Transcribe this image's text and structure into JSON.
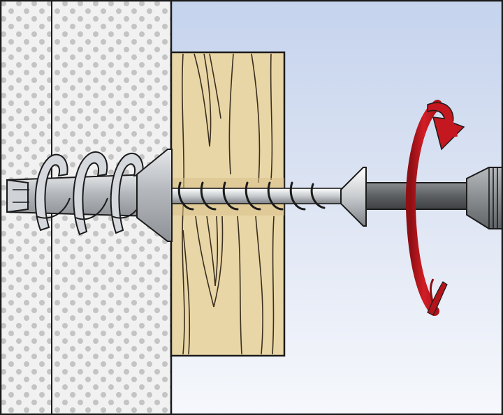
{
  "figure": {
    "kind": "technical-illustration",
    "background_colors": {
      "sky_top": "#c9d6ee",
      "sky_bottom": "#f4f6fb",
      "plaster": "#f1f1f1",
      "plaster_dots": "#c4c4c4",
      "wood": "#e9d6a7",
      "wood_grain": "#3a2f1e",
      "anchor_gray": "#b9bdc2",
      "screw_steel": "#d7d9dc",
      "driver_bit": "#5c5f62",
      "rotation_arrow": "#c5171f",
      "outline": "#1b1b1b"
    },
    "elements": [
      {
        "name": "drywall-board",
        "label": ""
      },
      {
        "name": "wood-batten",
        "label": ""
      },
      {
        "name": "plasterboard-anchor",
        "label": ""
      },
      {
        "name": "wood-screw",
        "label": ""
      },
      {
        "name": "driver-bit",
        "label": ""
      },
      {
        "name": "rotation-arrow",
        "label": "clockwise"
      }
    ]
  }
}
